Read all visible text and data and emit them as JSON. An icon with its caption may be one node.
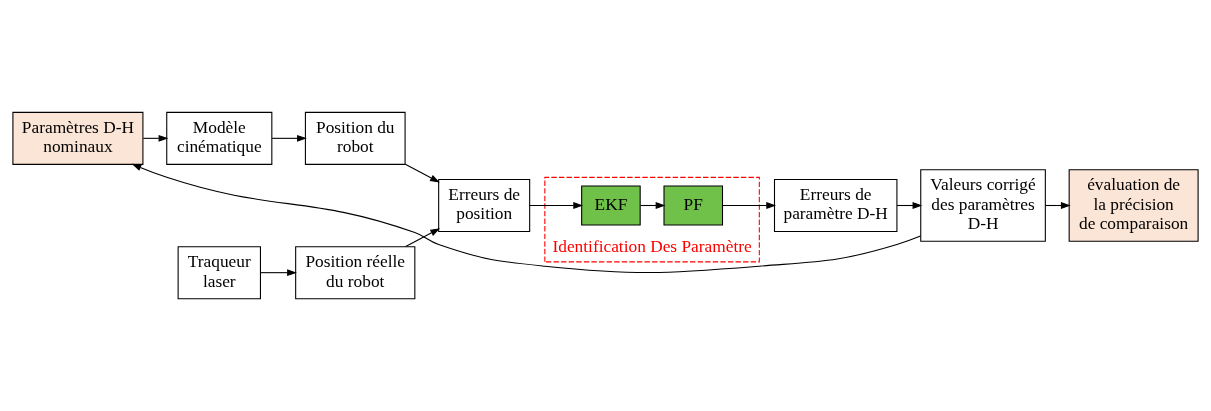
{
  "diagram": {
    "nodes": [
      {
        "text": [
          "Paramètres D-H nominaux"
        ]
      },
      {
        "text": [
          "Modèle cinématique"
        ]
      },
      {
        "text": [
          "Position du robot"
        ]
      },
      {
        "text": [
          "Traqueur laser"
        ]
      },
      {
        "text": [
          "Position réelle du robot"
        ]
      },
      {
        "text": [
          "Erreurs de position"
        ]
      },
      {
        "text": [
          "Identification Des Paramètre"
        ]
      },
      {
        "text": [
          "EKF"
        ],
        "in": 6
      },
      {
        "text": [
          "PF"
        ],
        "in": 6
      },
      {
        "text": [
          "Erreurs de paramètre D-H"
        ]
      },
      {
        "text": [
          "Valeurs corrigé des paramètres D-H"
        ]
      },
      {
        "text": [
          "évaluation de la précision de comparaison"
        ]
      }
    ],
    "edges": [
      {
        "from": 0,
        "to": 1,
        "arrow": "to"
      },
      {
        "from": 1,
        "to": 2,
        "arrow": "to"
      },
      {
        "from": 2,
        "to": 5,
        "arrow": "to"
      },
      {
        "from": 3,
        "to": 4,
        "arrow": "to"
      },
      {
        "from": 4,
        "to": 5,
        "arrow": "to"
      },
      {
        "from": 5,
        "to": 7,
        "arrow": "to"
      },
      {
        "from": 7,
        "to": 8,
        "arrow": "to"
      },
      {
        "from": 8,
        "to": 9,
        "arrow": "to"
      },
      {
        "from": 9,
        "to": 10,
        "arrow": "to"
      },
      {
        "from": 10,
        "to": 11,
        "arrow": "to"
      },
      {
        "from": 10,
        "to": 0,
        "arrow": "to"
      }
    ]
  }
}
